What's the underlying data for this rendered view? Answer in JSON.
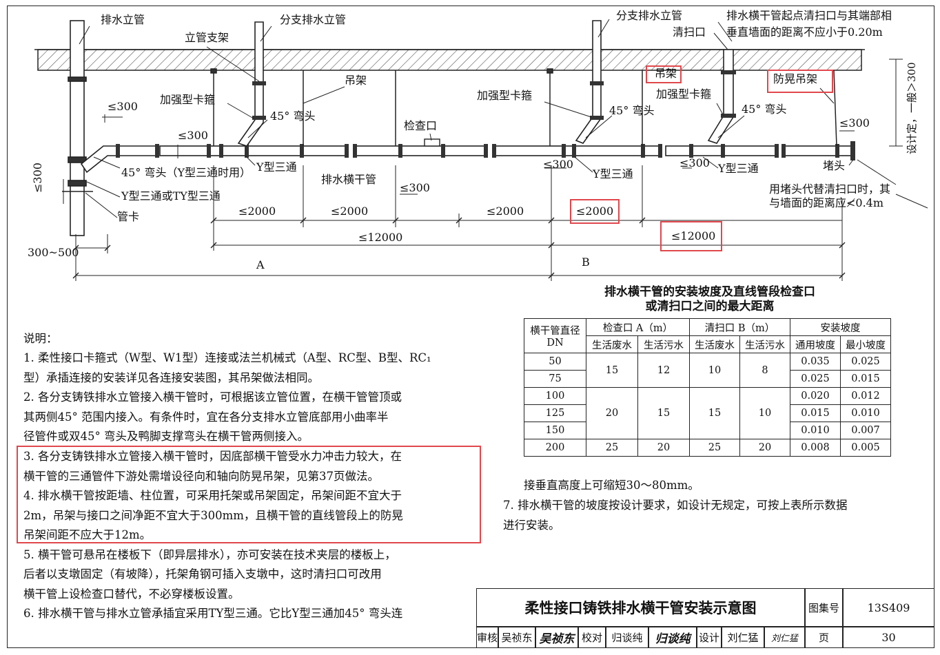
{
  "diagram": {
    "labels": {
      "riser_main": "排水立管",
      "branch_riser_1": "分支排水立管",
      "riser_support": "立管支架",
      "reinforced_clamp_1": "加强型卡箍",
      "elbow45_1": "45°  弯头",
      "hanger_1": "吊架",
      "inspection_port": "检查口",
      "branch_riser_2": "分支排水立管",
      "reinforced_clamp_2": "加强型卡箍",
      "elbow45_2": "45°  弯头",
      "hanger_2": "吊架",
      "cleanout": "清扫口",
      "cleanout_note_1": "排水横干管起点清扫口与其端部相",
      "cleanout_note_2": "垂直墙面的距离不应小于0.20m",
      "anti_sway_hanger": "防晃吊架",
      "reinforced_clamp_3": "加强型卡箍",
      "elbow45_3": "45°  弯头",
      "elbow45_ytee": "45°  弯头（Y型三通时用）",
      "ytee_or_tytee": "Y型三通或TY型三通",
      "pipe_clamp": "管卡",
      "ytee_1": "Y型三通",
      "main_pipe": "排水横干管",
      "ytee_2": "Y型三通",
      "ytee_3": "Y型三通",
      "plug": "堵头",
      "plug_note_1": "用堵头代替清扫口时，其",
      "plug_note_2": "与墙面的距离应≮0.4m",
      "vertical_dim": "设计定，一般＞300",
      "le300_a": "≤300",
      "le300_b": "≤300",
      "le300_c": "≤300",
      "le300_d": "≤300",
      "le300_e": "≤300",
      "le300_f": "≤300",
      "le300_g": "≤300",
      "d2000_1": "≤2000",
      "d2000_2": "≤2000",
      "d2000_3": "≤2000",
      "d2000_4": "≤2000",
      "d12000_1": "≤12000",
      "d12000_2": "≤12000",
      "range_300_500": "300~500",
      "seg_A": "A",
      "seg_B": "B"
    }
  },
  "notes": {
    "heading": "说明：",
    "lines": [
      "1.  柔性接口卡箍式（W型、W1型）连接或法兰机械式（A型、RC型、B型、RC₁",
      "     型）承插连接的安装详见各连接安装图，其吊架做法相同。",
      "2.  各分支铸铁排水立管接入横干管时，可根据该立管位置，在横干管管顶或",
      "     其两侧45°  范围内接入。有条件时，宜在各分支排水立管底部用小曲率半",
      "     径管件或双45°  弯头及鸭脚支撑弯头在横干管两侧接入。",
      "3.  各分支铸铁排水立管接入横干管时，因底部横干管受水力冲击力较大，在",
      "     横干管的三通管件下游处需增设径向和轴向防晃吊架，见第37页做法。",
      "4.  排水横干管按距墙、柱位置，可采用托架或吊架固定，吊架间距不宜大于",
      "     2m，吊架与接口之间净距不宜大于300mm，且横干管的直线管段上的防晃",
      "     吊架间距不应大于12m。",
      "5.  横干管可悬吊在楼板下（即异层排水），亦可安装在技术夹层的楼板上，",
      "     后者以支墩固定（有坡降），托架角钢可插入支墩中，这时清扫口可改用",
      "     横干管上设检查口替代，不必穿楼板设置。",
      "6.  排水横干管与排水立管承插宜采用TY型三通。它比Y型三通加45°  弯头连"
    ],
    "right_lines": [
      "接垂直高度上可缩短30～80mm。",
      "7.  排水横干管的坡度按设计要求，如设计无规定，可按上表所示数据",
      "     进行安装。"
    ]
  },
  "table": {
    "title_line1": "排水横干管的安装坡度及直线管段检查口",
    "title_line2": "或清扫口之间的最大距离",
    "h_dn": "横干管直径",
    "h_dn2": "DN",
    "h_inspect": "检查口 A（m）",
    "h_clean": "清扫口 B（m）",
    "h_slope": "安装坡度",
    "sub": [
      "生活废水",
      "生活污水",
      "生活废水",
      "生活污水",
      "通用坡度",
      "最小坡度"
    ],
    "dn": [
      "50",
      "75",
      "100",
      "125",
      "150",
      "200"
    ],
    "general_slope": [
      "0.035",
      "0.025",
      "0.020",
      "0.015",
      "0.010",
      "0.008"
    ],
    "min_slope": [
      "0.025",
      "0.015",
      "0.012",
      "0.010",
      "0.007",
      "0.005"
    ],
    "g1": [
      "15",
      "12",
      "10",
      "8"
    ],
    "g2": [
      "20",
      "15",
      "15",
      "10"
    ],
    "g3": [
      "25",
      "20",
      "25",
      "20"
    ]
  },
  "titleblock": {
    "title": "柔性接口铸铁排水横干管安装示意图",
    "atlas_label": "图集号",
    "atlas_no": "13S409",
    "page_label": "页",
    "page_no": "30",
    "review": "审核",
    "reviewer": "吴祯东",
    "reviewer_sig": "吴祯东",
    "check": "校对",
    "checker": "归谈纯",
    "checker_sig": "归谈纯",
    "design": "设计",
    "designer": "刘仁猛",
    "designer_sig": "刘仁猛"
  },
  "highlight_color": "#e0474c"
}
